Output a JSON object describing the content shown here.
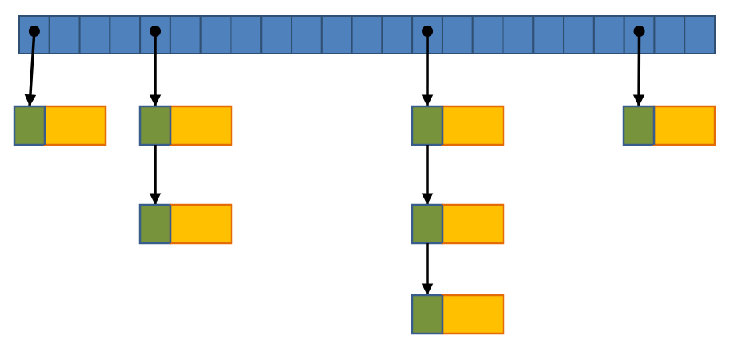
{
  "hash_table": {
    "bucket_count": 23,
    "buckets": [
      {
        "index": 0,
        "chain_length": 1
      },
      {
        "index": 4,
        "chain_length": 2
      },
      {
        "index": 13,
        "chain_length": 3
      },
      {
        "index": 20,
        "chain_length": 1
      }
    ]
  },
  "colors": {
    "bucket_fill": "#4f81bd",
    "bucket_stroke": "#2f4f73",
    "key_fill": "#77933c",
    "key_stroke": "#385d8a",
    "value_fill": "#ffc000",
    "value_stroke": "#e36c09",
    "pointer": "#000000"
  }
}
